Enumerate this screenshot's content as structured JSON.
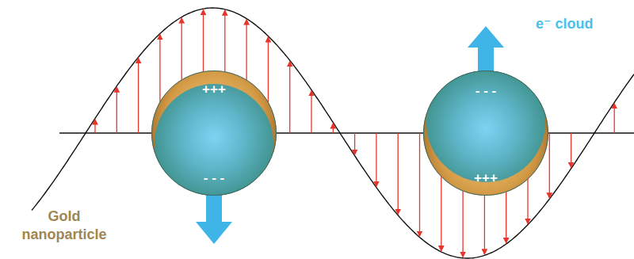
{
  "diagram": {
    "nodes": [
      {
        "text": [
          "+++",
          "- - -"
        ]
      },
      {
        "text": [
          "- - -",
          "+++"
        ]
      }
    ],
    "labels": [
      "e⁻ cloud",
      "Gold nanoparticle"
    ]
  }
}
